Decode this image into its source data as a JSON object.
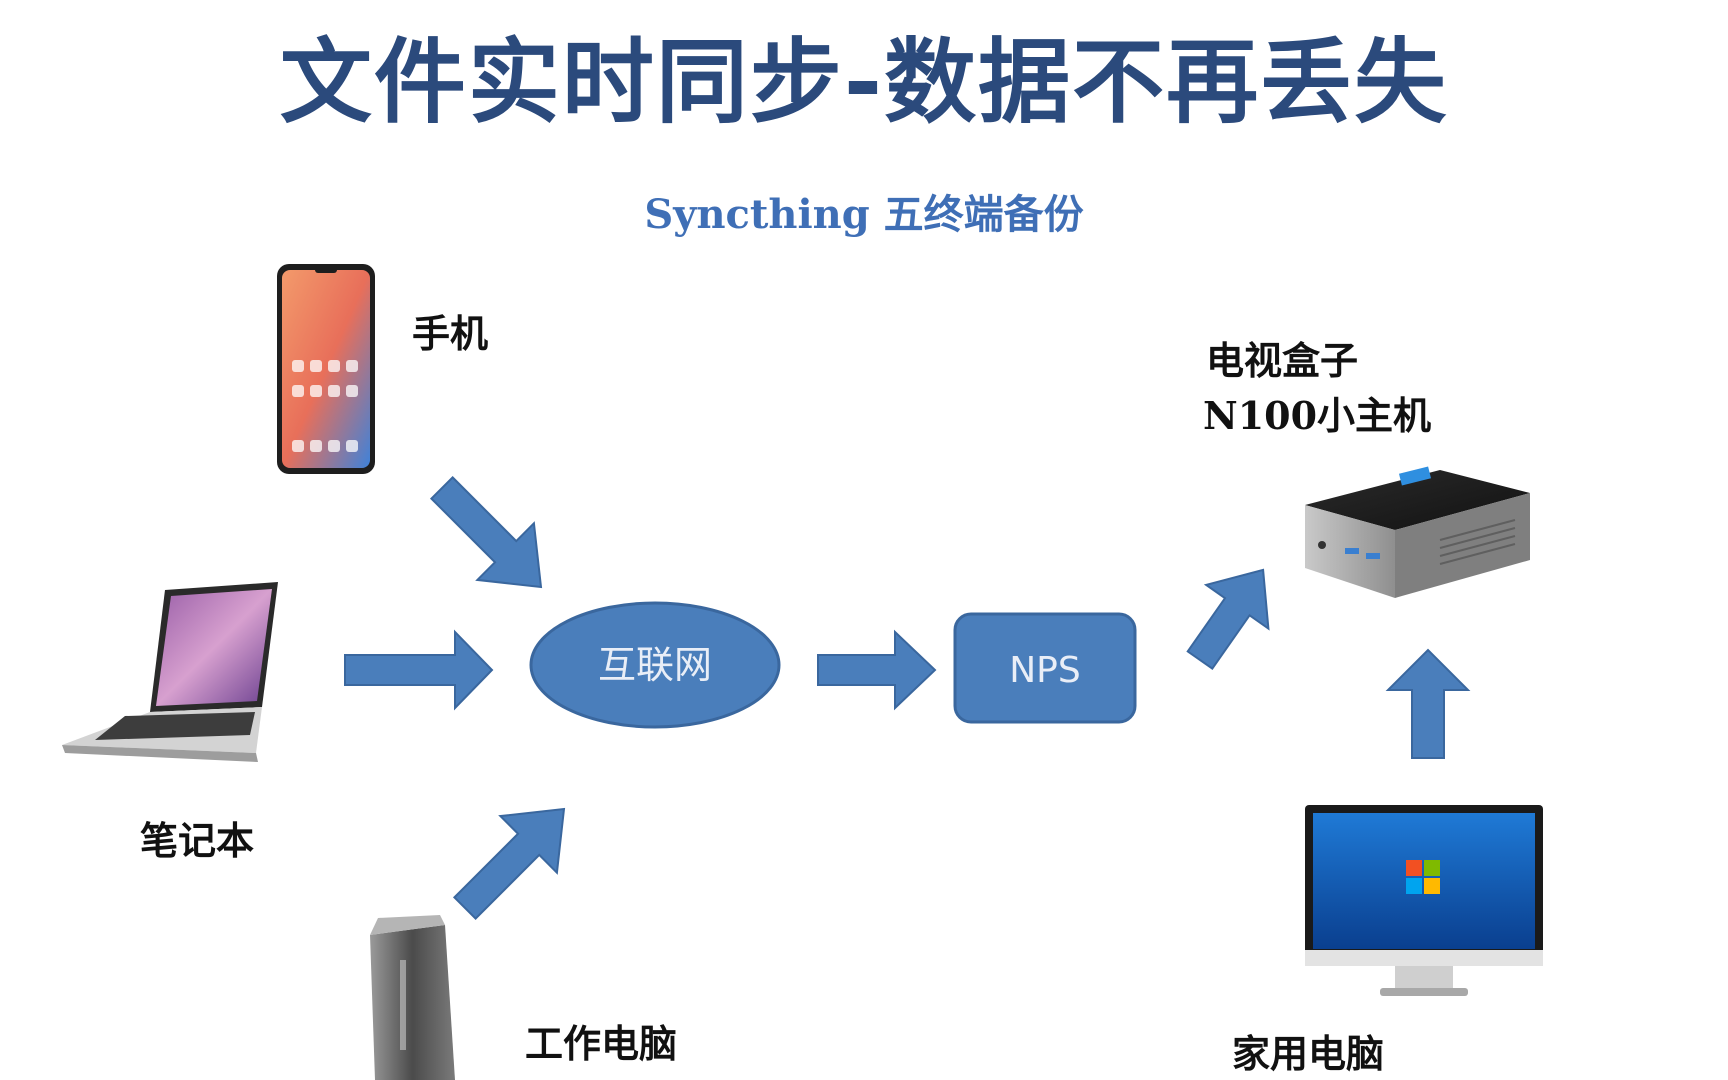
{
  "title": "文件实时同步-数据不再丢失",
  "subtitle": "Syncthing 五终端备份",
  "devices": {
    "phone": "手机",
    "laptop": "笔记本",
    "work_pc": "工作电脑",
    "tv_box_line1": "电视盒子",
    "tv_box_line2": "N100小主机",
    "home_pc": "家用电脑"
  },
  "nodes": {
    "internet": "互联网",
    "nps": "NPS"
  },
  "colors": {
    "title": "#2b4a7c",
    "subtitle": "#3f6fb6",
    "arrow_fill": "#4a7ebb",
    "arrow_stroke": "#3a679e",
    "node_fill": "#4a7ebb"
  }
}
